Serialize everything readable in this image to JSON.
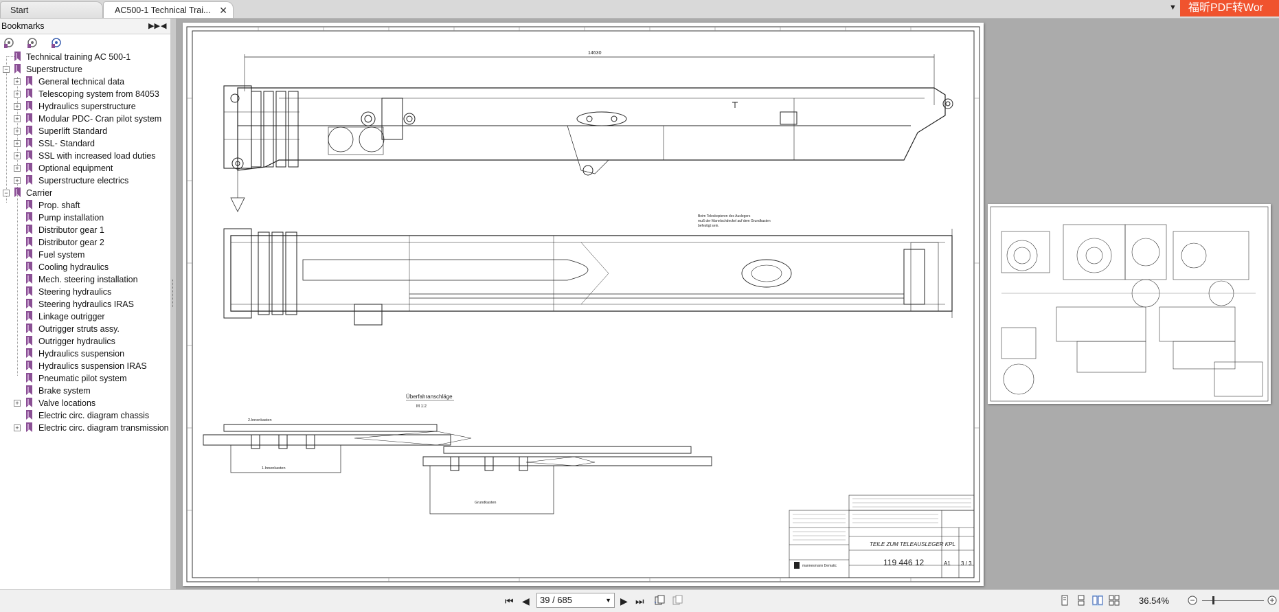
{
  "tabs": [
    {
      "label": "Start"
    },
    {
      "label": "AC500-1 Technical Trai...",
      "close": "✕"
    }
  ],
  "promo_text": "福昕PDF转Wor",
  "bookmarks": {
    "title": "Bookmarks",
    "tree": [
      {
        "label": "Technical training AC 500-1"
      },
      {
        "label": "Superstructure"
      },
      {
        "label": "General technical data"
      },
      {
        "label": "Telescoping system from 84053"
      },
      {
        "label": "Hydraulics superstructure"
      },
      {
        "label": "Modular PDC- Cran pilot system"
      },
      {
        "label": "Superlift Standard"
      },
      {
        "label": "SSL- Standard"
      },
      {
        "label": "SSL with increased load duties"
      },
      {
        "label": "Optional equipment"
      },
      {
        "label": "Superstructure electrics"
      },
      {
        "label": "Carrier"
      },
      {
        "label": "Prop. shaft"
      },
      {
        "label": "Pump installation"
      },
      {
        "label": "Distributor gear 1"
      },
      {
        "label": "Distributor gear 2"
      },
      {
        "label": "Fuel system"
      },
      {
        "label": "Cooling hydraulics"
      },
      {
        "label": "Mech. steering installation"
      },
      {
        "label": "Steering hydraulics"
      },
      {
        "label": "Steering hydraulics IRAS"
      },
      {
        "label": "Linkage outrigger"
      },
      {
        "label": "Outrigger struts assy."
      },
      {
        "label": "Outrigger hydraulics"
      },
      {
        "label": "Hydraulics suspension"
      },
      {
        "label": "Hydraulics suspension IRAS"
      },
      {
        "label": "Pneumatic pilot system"
      },
      {
        "label": "Brake system"
      },
      {
        "label": "Valve locations"
      },
      {
        "label": "Electric circ. diagram chassis"
      },
      {
        "label": "Electric circ. diagram transmission"
      }
    ]
  },
  "drawing": {
    "dimension": "14630",
    "note": "Beim Teleskopieren des Auslegers muß der Mannlochdeckel auf dem Grundkasten befestigt sein.",
    "detail_title": "Überfahranschläge",
    "detail_scale": "M 1:2",
    "label_innen2": "2.Innenkasten",
    "label_innen1": "1.Innenkasten",
    "label_grund": "Grundkasten",
    "title_block": {
      "name": "TEILE ZUM TELEAUSLEGER KPL",
      "number": "119 446 12",
      "sheet": "3 / 3",
      "format": "A1",
      "company": "mannesmann Dematic"
    }
  },
  "status": {
    "page": "39 / 685",
    "zoom": "36.54%"
  }
}
